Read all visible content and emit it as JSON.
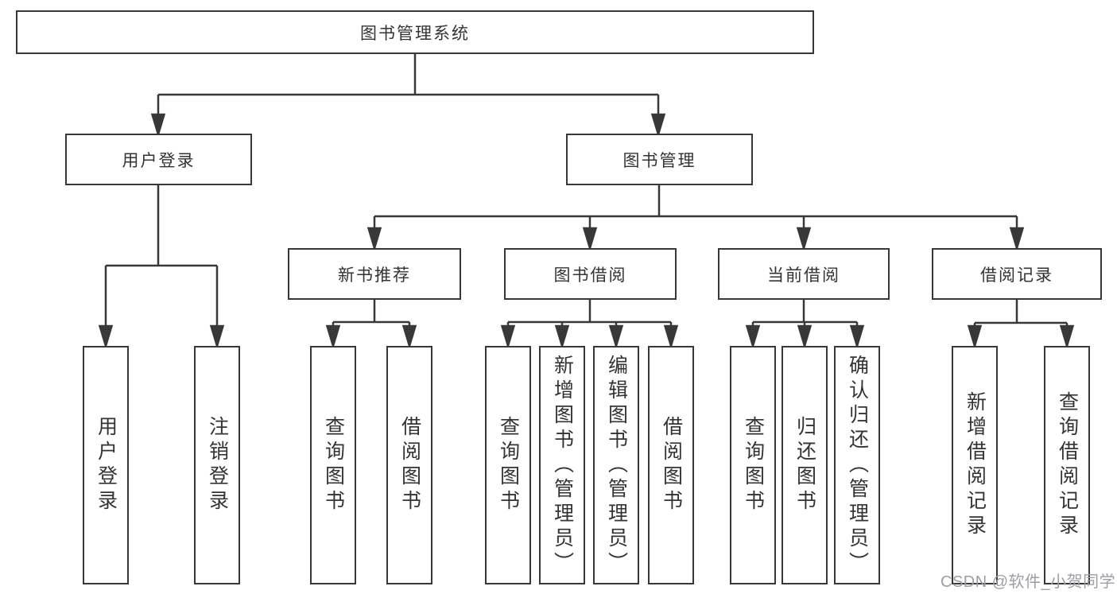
{
  "diagram_title": "图书管理系统",
  "nodes": {
    "root": {
      "label": "图书管理系统"
    },
    "user_login": {
      "label": "用户登录"
    },
    "book_mgmt": {
      "label": "图书管理"
    },
    "new_books": {
      "label": "新书推荐"
    },
    "book_borrow": {
      "label": "图书借阅"
    },
    "current_borrow": {
      "label": "当前借阅"
    },
    "borrow_records": {
      "label": "借阅记录"
    },
    "ul_login": {
      "label": "用户登录"
    },
    "ul_logout": {
      "label": "注销登录"
    },
    "nb_query_books": {
      "label": "查询图书"
    },
    "nb_borrow_books": {
      "label": "借阅图书"
    },
    "bb_query_books": {
      "label": "查询图书"
    },
    "bb_add_books": {
      "label": "新增图书（管理员）"
    },
    "bb_edit_books": {
      "label": "编辑图书（管理员）"
    },
    "bb_borrow_books": {
      "label": "借阅图书"
    },
    "cb_query_books": {
      "label": "查询图书"
    },
    "cb_return_books": {
      "label": "归还图书"
    },
    "cb_confirm_return": {
      "label": "确认归还（管理员）"
    },
    "br_add_record": {
      "label": "新增借阅记录"
    },
    "br_query_record": {
      "label": "查询借阅记录"
    }
  },
  "watermark": {
    "text": "CSDN @软件_小贺同学"
  },
  "colors": {
    "line": "#383838",
    "text": "#333333",
    "watermark": "#9e9ea4",
    "background": "#ffffff"
  }
}
